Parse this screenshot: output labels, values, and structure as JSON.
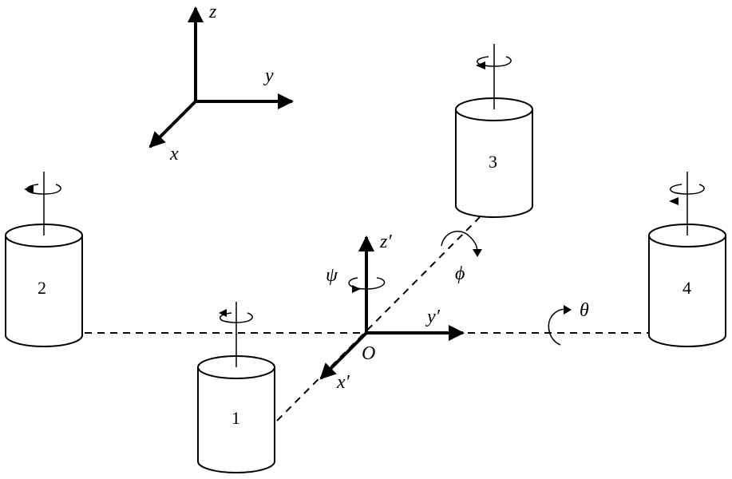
{
  "world_axes": {
    "z": "z",
    "y": "y",
    "x": "x"
  },
  "body_axes": {
    "z": "z′",
    "y": "y′",
    "x": "x′",
    "origin": "O"
  },
  "angles": {
    "yaw": "ψ",
    "roll": "ϕ",
    "pitch": "θ"
  },
  "rotors": [
    {
      "label": "1"
    },
    {
      "label": "2"
    },
    {
      "label": "3"
    },
    {
      "label": "4"
    }
  ]
}
